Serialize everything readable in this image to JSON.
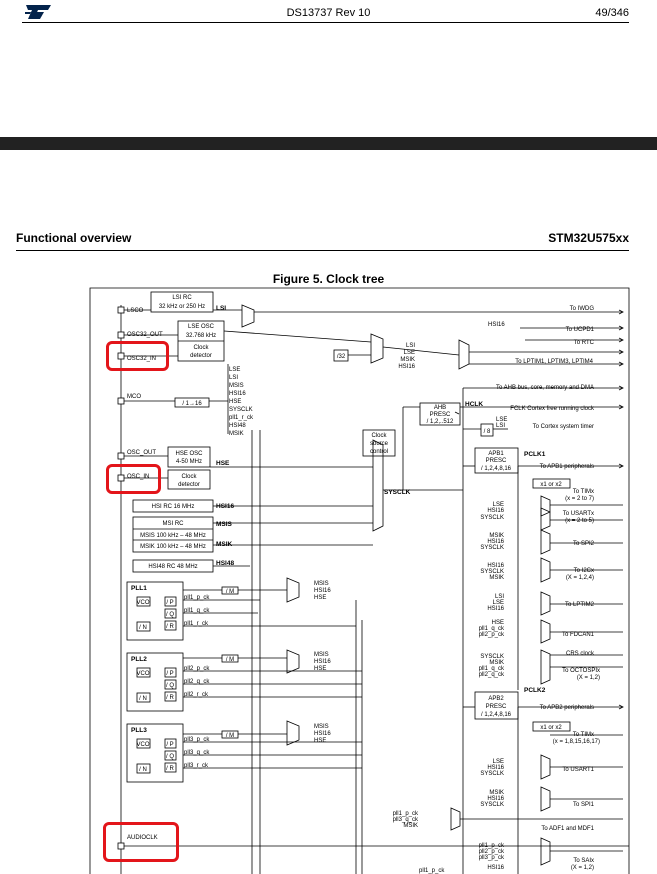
{
  "header": {
    "doc_id": "DS13737 Rev 10",
    "page": "49/346"
  },
  "section": {
    "title": "Functional overview",
    "part_number": "STM32U575xx"
  },
  "figure": {
    "title": "Figure 5. Clock tree",
    "left_pins": [
      "LSCO",
      "OSC32_OUT",
      "OSC32_IN",
      "MCO",
      "OSC_OUT",
      "OSC_IN",
      "AUDIOCLK"
    ],
    "blocks": {
      "lsi_rc": [
        "LSI RC",
        "32 kHz or 250 Hz"
      ],
      "lse_osc": [
        "LSE OSC",
        "32.768 kHz"
      ],
      "clock_detector": [
        "Clock",
        "detector"
      ],
      "mco_div": "/ 1→16",
      "hse_osc": [
        "HSE OSC",
        "4-50 MHz"
      ],
      "hsi_rc": "HSI RC 16 MHz",
      "msi_rc": [
        "MSI RC",
        "MSIS 100 kHz – 48 MHz",
        "MSIK 100 kHz – 48 MHz"
      ],
      "hsi48_rc": "HSI48 RC 48 MHz",
      "clock_source_control": [
        "Clock",
        "source",
        "control"
      ],
      "ahb_presc": [
        "AHB",
        "PRESC",
        "/ 1,2,..512"
      ],
      "apb1_presc": [
        "APB1",
        "PRESC",
        "/ 1,2,4,8,16"
      ],
      "apb2_presc": [
        "APB2",
        "PRESC",
        "/ 1,2,4,8,16"
      ],
      "div32": "/32",
      "div8": "/ 8",
      "x1x2": "x1 or x2",
      "divm": "/ M"
    },
    "signals": {
      "lsi": "LSI",
      "lse": "LSE",
      "hse": "HSE",
      "hsi16": "HSI16",
      "msis": "MSIS",
      "msik": "MSIK",
      "hsi48": "HSI48",
      "sysclk": "SYSCLK",
      "hclk": "HCLK",
      "pclk1": "PCLK1",
      "pclk2": "PCLK2"
    },
    "mco_sources": [
      "LSE",
      "LSI",
      "MSIS",
      "HSI16",
      "HSE",
      "SYSCLK",
      "pll1_r_ck",
      "HSI48",
      "MSIK"
    ],
    "plls": [
      {
        "name": "PLL1",
        "outs": [
          "pll1_p_ck",
          "pll1_q_ck",
          "pll1_r_ck"
        ]
      },
      {
        "name": "PLL2",
        "outs": [
          "pll2_p_ck",
          "pll2_q_ck",
          "pll2_r_ck"
        ]
      },
      {
        "name": "PLL3",
        "outs": [
          "pll3_p_ck",
          "pll3_q_ck",
          "pll3_r_ck"
        ]
      }
    ],
    "pll_inner": {
      "vco": "VCO",
      "p": "/ P",
      "q": "/ Q",
      "r": "/ R",
      "n": "/ N"
    },
    "pll_src": [
      "MSIS",
      "HSI16",
      "HSE"
    ],
    "outputs": {
      "iwdg": "To IWDG",
      "ucpd": "To UCPD1",
      "rtc": "To RTC",
      "lptim1": "To LPTIM1, LPTIM3, LPTIM4",
      "ahb": "To AHB bus, core, memory and DMA",
      "fclk": "FCLK Cortex free running clock",
      "cortex_timer": "To Cortex system timer",
      "apb1": "To APB1 peripherals",
      "tim_apb1": [
        "To TIMx",
        "(x = 2 to 7)"
      ],
      "usart_apb1": [
        "To USARTx",
        "(x = 2 to 5)"
      ],
      "spi2": "To SPI2",
      "i2c": [
        "To I2Cx",
        "(X = 1,2,4)"
      ],
      "lptim2": "To LPTIM2",
      "fdcan": "To FDCAN1",
      "crs": "CRS clock",
      "octospi": [
        "To OCTOSPIx",
        "(X = 1,2)"
      ],
      "apb2": "To APB2 peripherals",
      "tim_apb2": [
        "To TIMx",
        "(x = 1,8,15,16,17)"
      ],
      "usart1": "To USART1",
      "spi1": "To SPI1",
      "adf": "To ADF1 and MDF1",
      "sai": [
        "To SAIx",
        "(X = 1,2)"
      ]
    },
    "mux_inputs": {
      "lptim1": [
        "LSI",
        "LSE",
        "MSIK",
        "HSI16"
      ],
      "tim": [],
      "usart_apb1": [
        "LSE",
        "HSI16",
        "SYSCLK"
      ],
      "spi2": [
        "MSIK",
        "HSI16",
        "SYSCLK"
      ],
      "i2c": [
        "HSI16",
        "SYSCLK",
        "MSIK"
      ],
      "lptim2": [
        "LSI",
        "LSE",
        "HSI16"
      ],
      "fdcan": [
        "HSE",
        "pll1_q_ck",
        "pll2_p_ck"
      ],
      "octospi": [
        "SYSCLK",
        "MSIK",
        "pll1_q_ck",
        "pll2_q_ck"
      ],
      "usart1": [
        "LSE",
        "HSI16",
        "SYSCLK"
      ],
      "spi1": [
        "MSIK",
        "HSI16",
        "SYSCLK"
      ],
      "adf": [
        "pll1_p_ck",
        "pll3_q_ck",
        "MSIK"
      ],
      "sai": [
        "pll1_p_ck",
        "pll2_p_ck",
        "pll3_p_ck",
        "HSI16"
      ],
      "bottom": "pll1_p_ck",
      "ucpd_src": "HSI16"
    }
  }
}
